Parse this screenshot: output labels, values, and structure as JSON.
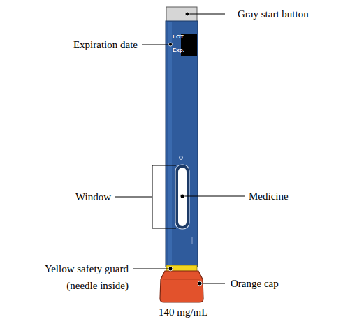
{
  "diagram": {
    "labels": [
      "Gray start button",
      "Expiration date",
      "LOT",
      "Exp.",
      "Window",
      "Medicine",
      "Yellow safety guard (needle inside)",
      "Orange cap",
      "140 mg/mL"
    ]
  }
}
